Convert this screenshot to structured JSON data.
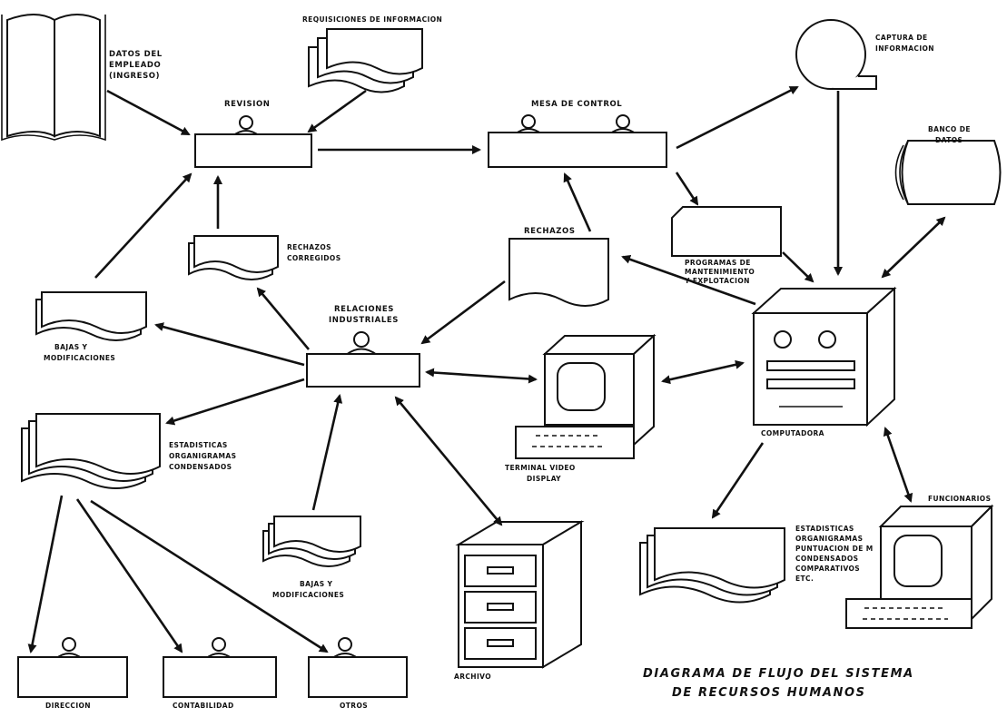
{
  "labels": {
    "datos_empleado": [
      "DATOS DEL",
      "EMPLEADO",
      "(INGRESO)"
    ],
    "requisiciones": "REQUISICIONES DE INFORMACION",
    "revision": "REVISION",
    "mesa_control": "MESA DE CONTROL",
    "captura": [
      "CAPTURA DE",
      "INFORMACION"
    ],
    "banco_datos": [
      "BANCO DE",
      "DATOS"
    ],
    "rechazos_corregidos": [
      "RECHAZOS",
      "CORREGIDOS"
    ],
    "rechazos": "RECHAZOS",
    "programas": [
      "PROGRAMAS DE",
      "MANTENIMIENTO",
      "Y EXPLOTACION"
    ],
    "bajas_mod_left": [
      "BAJAS Y",
      "MODIFICACIONES"
    ],
    "relaciones": [
      "RELACIONES",
      "INDUSTRIALES"
    ],
    "computadora": "COMPUTADORA",
    "terminal": [
      "TERMINAL VIDEO",
      "DISPLAY"
    ],
    "estadisticas_left": [
      "ESTADISTICAS",
      "ORGANIGRAMAS",
      "CONDENSADOS"
    ],
    "bajas_mod_center": [
      "BAJAS Y",
      "MODIFICACIONES"
    ],
    "estadisticas_right": [
      "ESTADISTICAS",
      "ORGANIGRAMAS",
      "PUNTUACION DE M",
      "CONDENSADOS",
      "COMPARATIVOS",
      "ETC."
    ],
    "funcionarios": "FUNCIONARIOS",
    "archivo": "ARCHIVO",
    "direccion": "DIRECCION",
    "contabilidad": "CONTABILIDAD",
    "otros": "OTROS",
    "diagram_title": [
      "DIAGRAMA DE FLUJO DEL SISTEMA",
      "DE RECURSOS HUMANOS"
    ]
  }
}
